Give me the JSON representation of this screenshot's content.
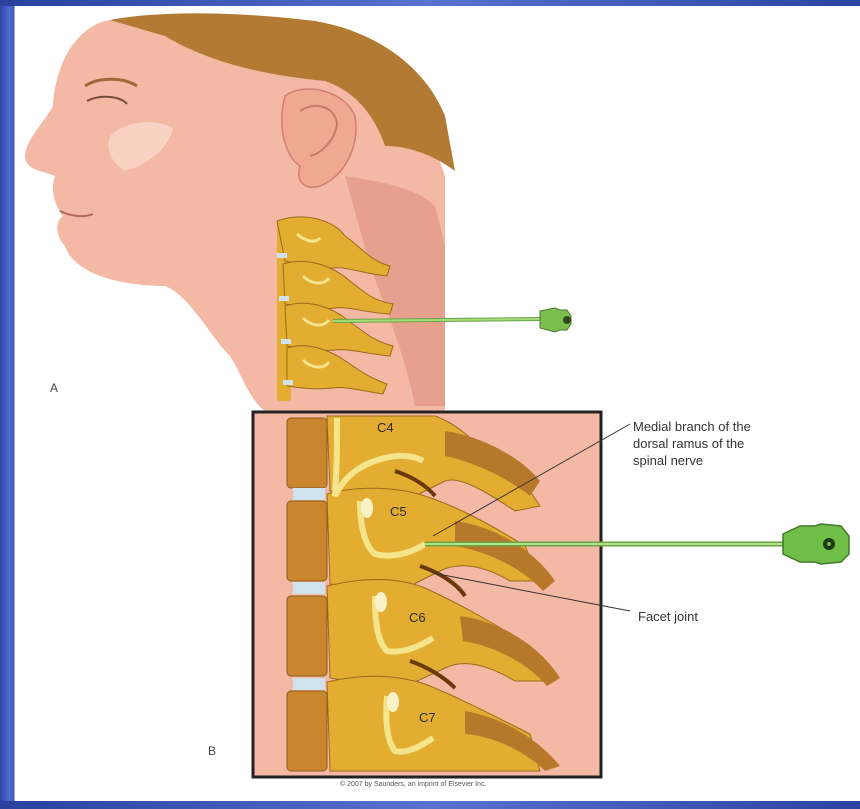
{
  "panel_a_label": "A",
  "panel_b_label": "B",
  "vertebra_labels": [
    "C4",
    "C5",
    "C6",
    "C7"
  ],
  "callouts": {
    "medial_branch": [
      "Medial branch of the",
      "dorsal ramus of the",
      "spinal nerve"
    ],
    "facet_joint": "Facet joint"
  },
  "copyright": "© 2007 by Saunders, an imprint of Elsevier Inc.",
  "colors": {
    "skin": "#f4b9a5",
    "hair": "#b27a32",
    "bone": "#e3ad32",
    "bone_dark": "#9c6a1c",
    "nerve": "#f4e58c",
    "needle": "#8ccc5a",
    "frame_blue": "#3a4fb0"
  }
}
